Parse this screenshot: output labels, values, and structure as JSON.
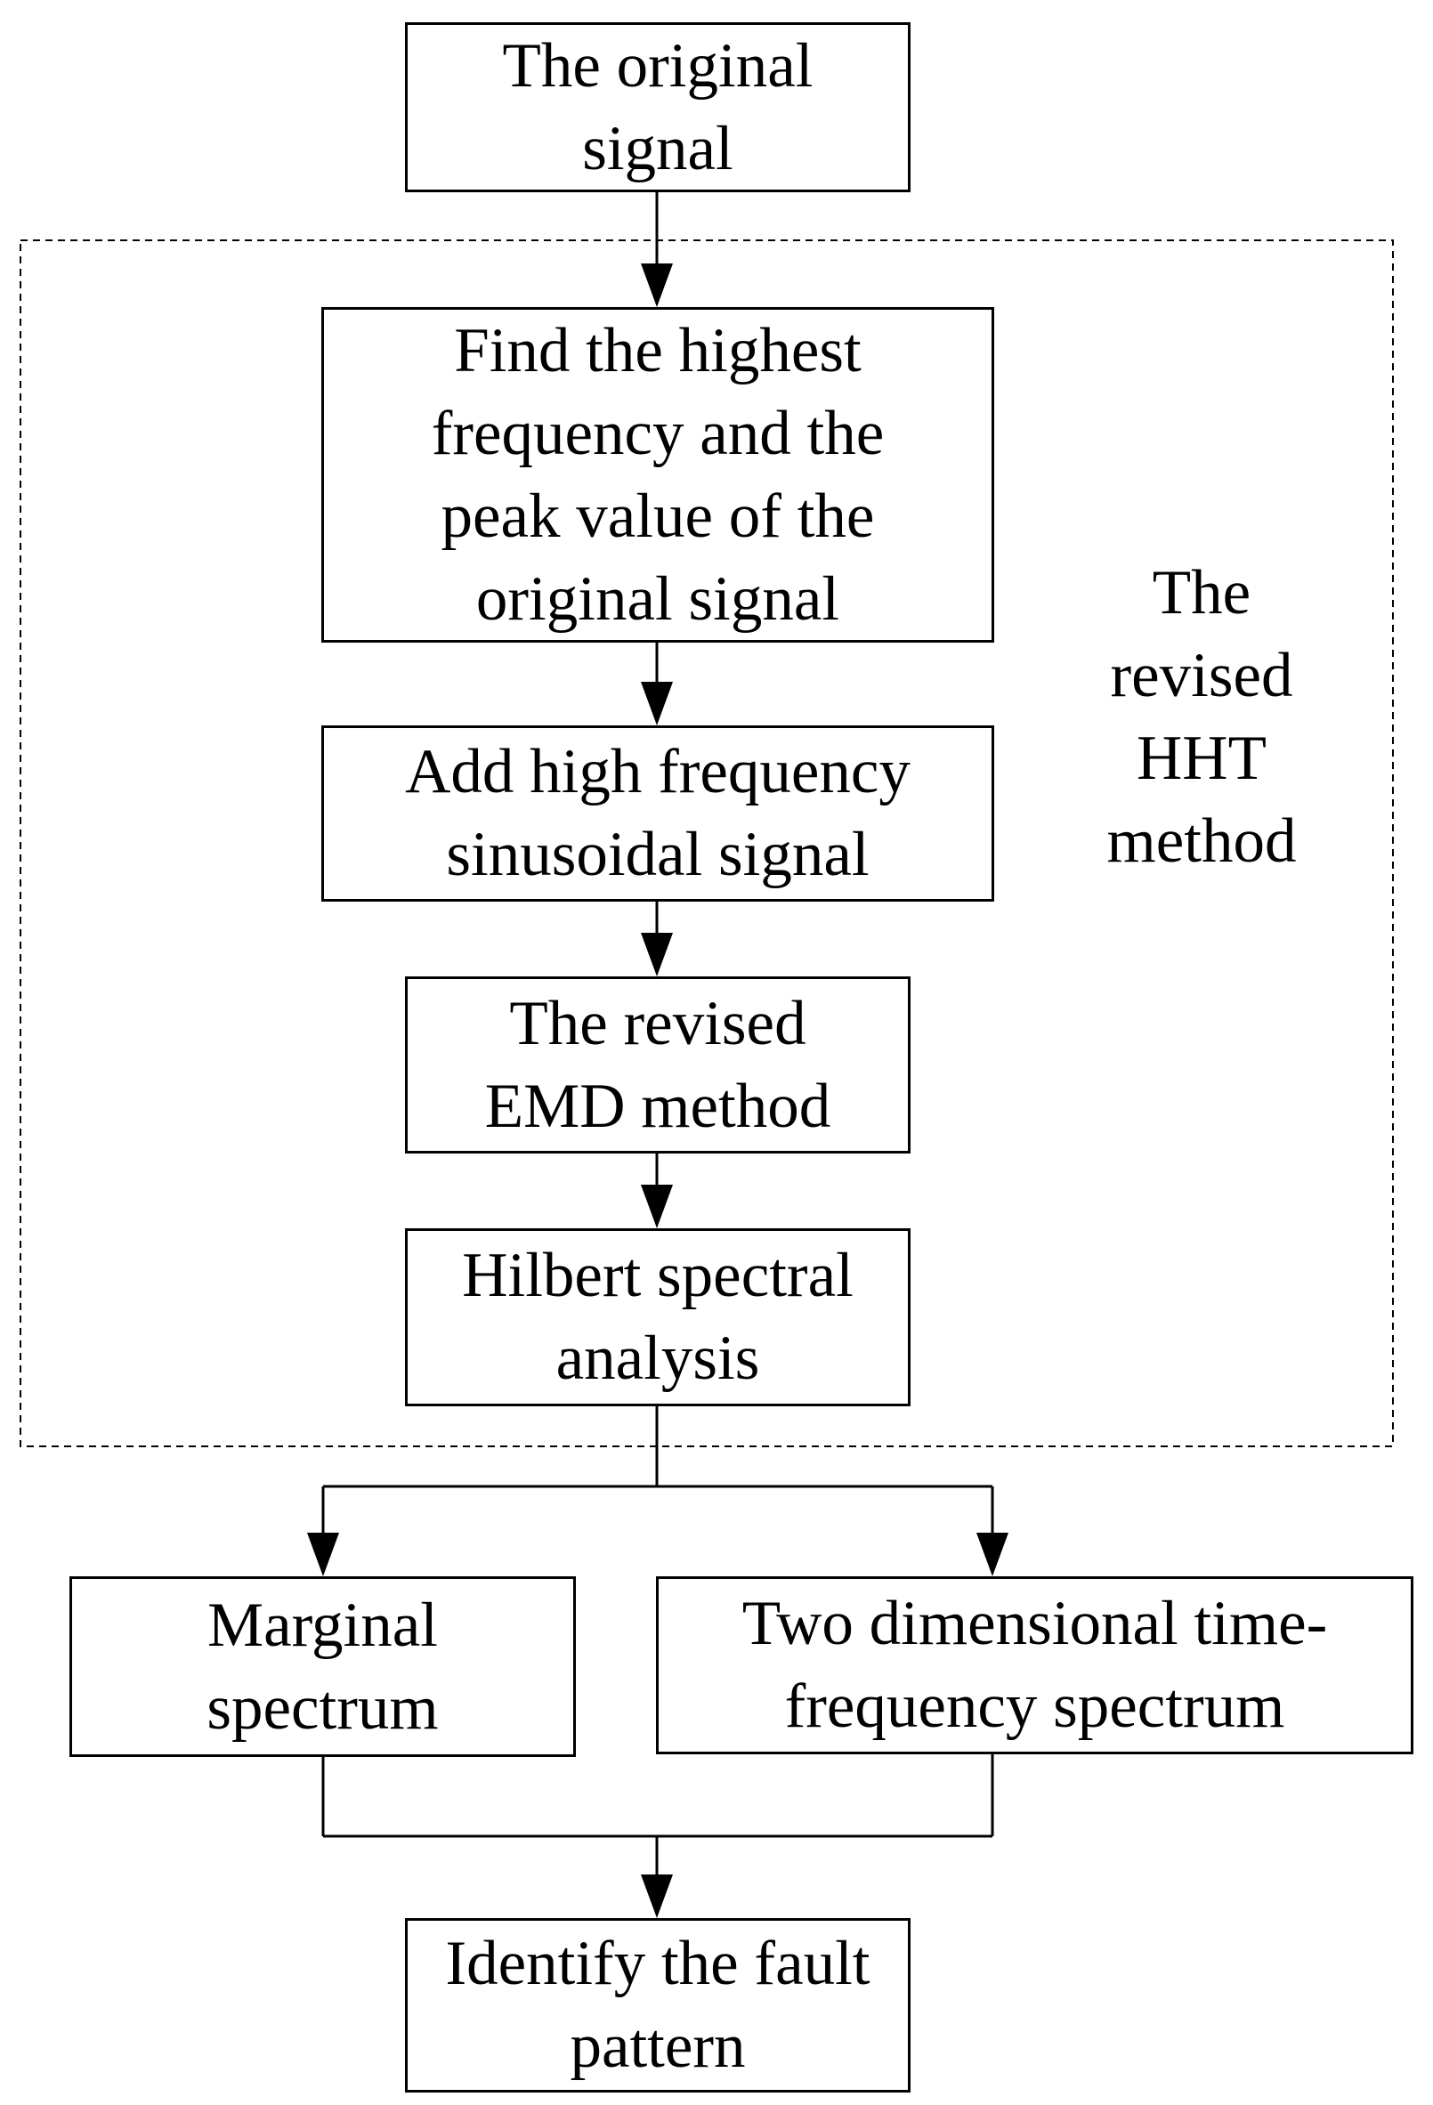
{
  "nodes": {
    "original_signal": [
      "The original",
      "signal"
    ],
    "find_highest": [
      "Find the highest",
      "frequency and the",
      "peak value of the",
      "original signal"
    ],
    "add_high_freq": [
      "Add high frequency",
      "sinusoidal signal"
    ],
    "revised_emd": [
      "The revised",
      "EMD method"
    ],
    "hilbert": [
      "Hilbert spectral",
      "analysis"
    ],
    "marginal": [
      "Marginal",
      "spectrum"
    ],
    "two_dim": [
      "Two dimensional time-",
      "frequency spectrum"
    ],
    "identify": [
      "Identify the fault",
      "pattern"
    ]
  },
  "group_label": [
    "The",
    "revised",
    "HHT",
    "method"
  ],
  "colors": {
    "line": "#000000",
    "background": "#ffffff"
  }
}
